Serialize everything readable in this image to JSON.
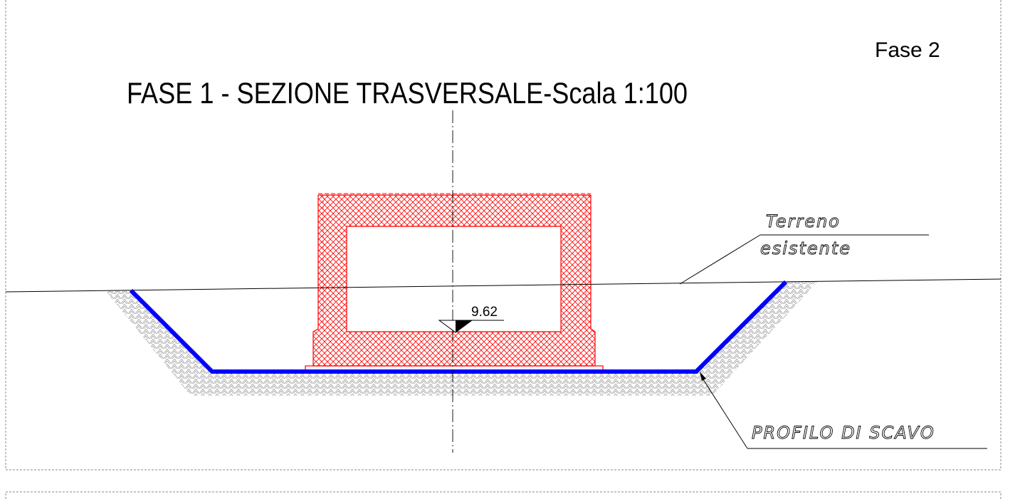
{
  "drawing": {
    "title": "FASE 1 - SEZIONE TRASVERSALE-Scala 1:100",
    "phase_label": "Fase 2",
    "level_value": "9.62",
    "ground_label_line1": "Terreno",
    "ground_label_line2": "esistente",
    "excavation_label": "PROFILO DI SCAVO"
  },
  "colors": {
    "structure": "#ff0000",
    "excavation_profile": "#0000ff",
    "frame": "#888888",
    "soil_hatch": "#999999"
  },
  "icons": {
    "level_marker": "triangle-level-marker-icon",
    "ground_arrow": "arrowhead-icon"
  }
}
